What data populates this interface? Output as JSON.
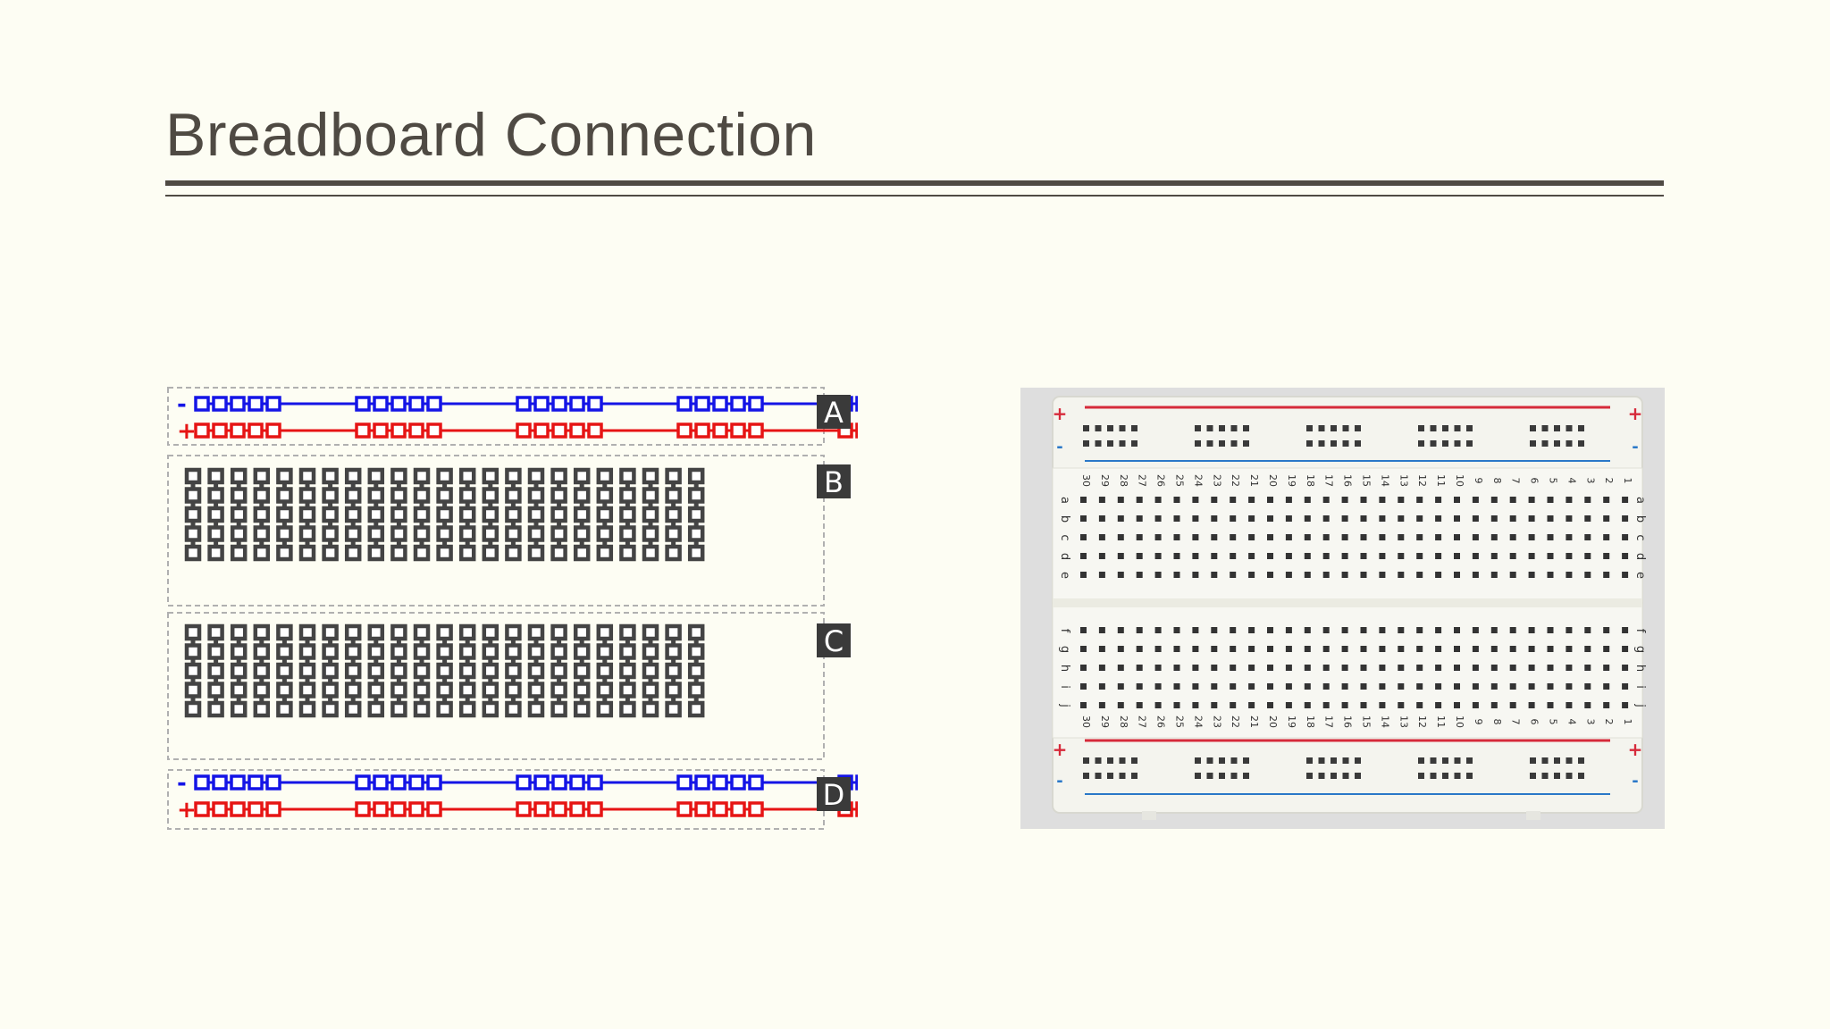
{
  "slide": {
    "title": "Breadboard Connection"
  },
  "diagram": {
    "sections": [
      {
        "label": "A",
        "kind": "power-rail"
      },
      {
        "label": "B",
        "kind": "terminal-strip"
      },
      {
        "label": "C",
        "kind": "terminal-strip"
      },
      {
        "label": "D",
        "kind": "power-rail"
      }
    ],
    "rail_signs": {
      "negative": "-",
      "positive": "+"
    },
    "columns_per_strip": 23,
    "rows_per_strip": 5,
    "holes_per_rail_group": 5,
    "rail_groups": 5,
    "colors": {
      "negative_rail": "#1414e6",
      "positive_rail": "#e61414",
      "strip": "#444444",
      "label_bg": "#3a3a3a"
    }
  },
  "photo": {
    "description_icon": "breadboard-photo",
    "column_numbers": [
      "30",
      "29",
      "28",
      "27",
      "26",
      "25",
      "24",
      "23",
      "22",
      "21",
      "20",
      "19",
      "18",
      "17",
      "16",
      "15",
      "14",
      "13",
      "12",
      "11",
      "10",
      "9",
      "8",
      "7",
      "6",
      "5",
      "4",
      "3",
      "2",
      "1"
    ],
    "top_row_letters": [
      "a",
      "b",
      "c",
      "d",
      "e"
    ],
    "bottom_row_letters": [
      "f",
      "g",
      "h",
      "i",
      "j"
    ],
    "rail_signs": {
      "positive": "+",
      "negative": "-"
    },
    "colors": {
      "board": "#f4f4ee",
      "red_line": "#d62a3a",
      "blue_line": "#2a78c8"
    }
  }
}
